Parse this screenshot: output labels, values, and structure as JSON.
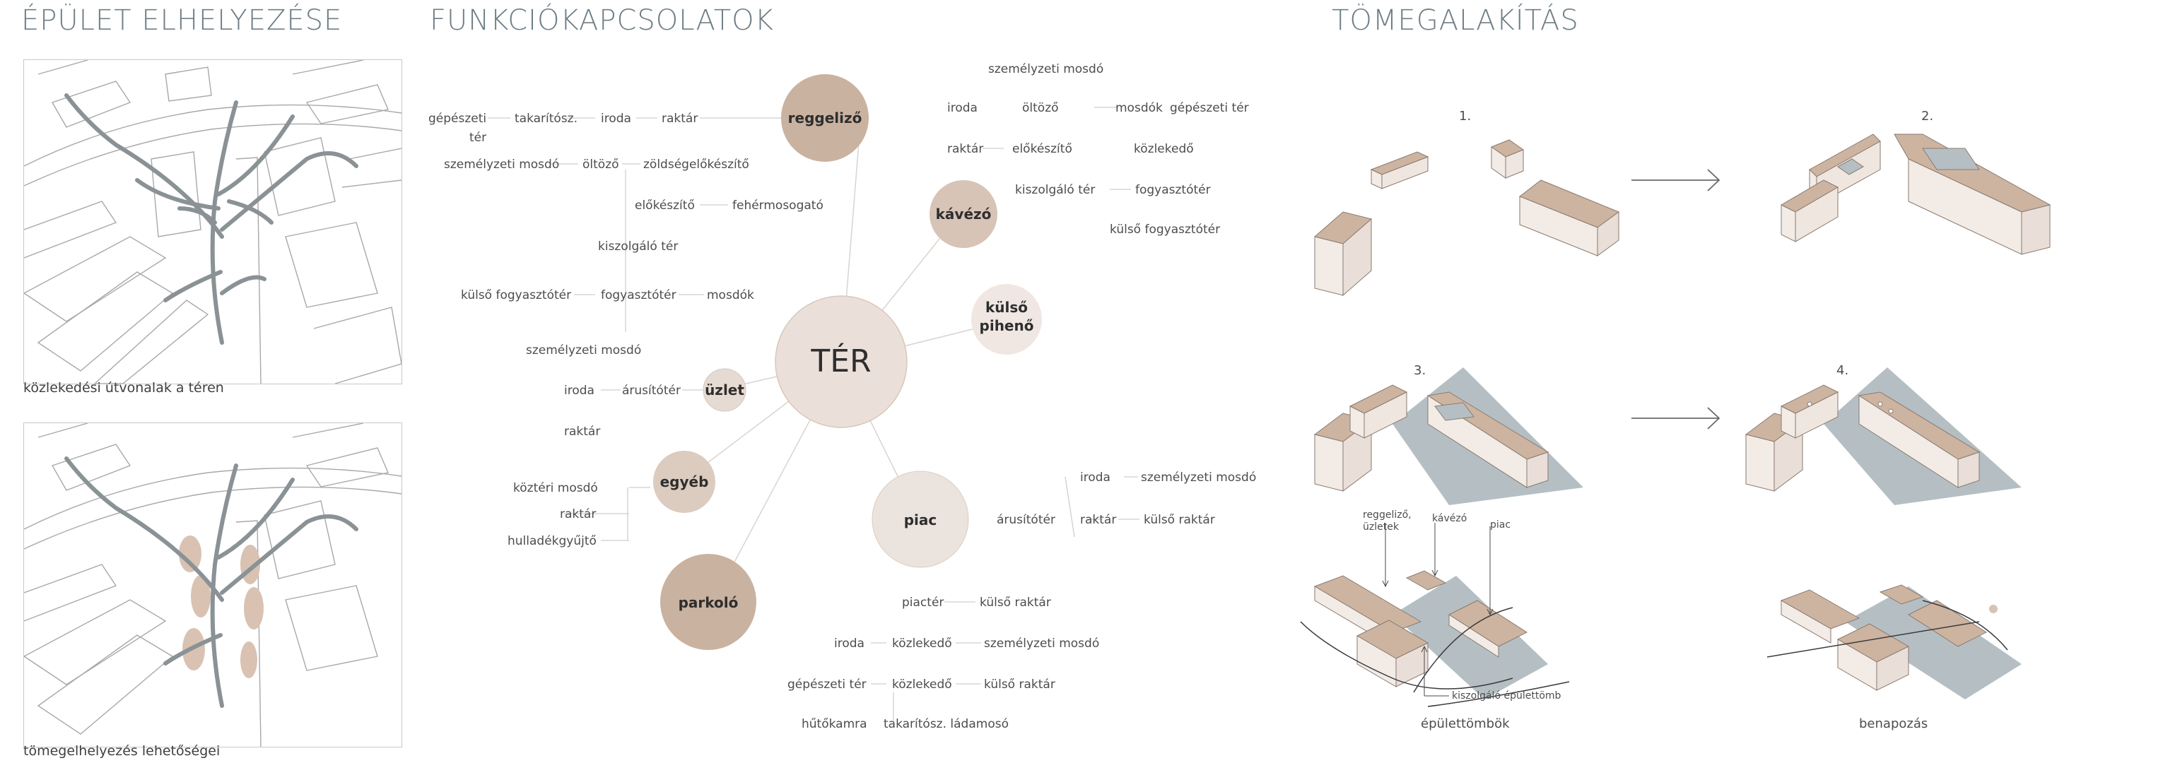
{
  "sections": {
    "placement": "ÉPÜLET ELHELYEZÉSE",
    "functions": "FUNKCIÓKAPCSOLATOK",
    "massing": "TÖMEGALAKÍTÁS"
  },
  "maps": {
    "caption_1": "közlekedési útvonalak a téren",
    "caption_2": "tömegelhelyezés lehetőségei"
  },
  "colors": {
    "dark_node": "#c9b2a0",
    "mid_node": "#ddcdc2",
    "light_node": "#ece2dc",
    "heading": "#6f7e86",
    "mass_top": "#cdb4a0",
    "mass_side": "#f2ebe6",
    "shade": "#b5bfc3",
    "route": "#8a9296"
  },
  "diagram": {
    "center": "TÉR",
    "nodes": {
      "reggelizo": "reggeliző",
      "kavezo": "kávézó",
      "kulso": "külső",
      "pihen": "pihenő",
      "uzlet": "üzlet",
      "egyeb": "egyéb",
      "piac": "piac",
      "parkolo": "parkoló"
    },
    "labels": {
      "gepeszeti": "gépészeti",
      "ter": "tér",
      "takaritosz": "takarítósz.",
      "iroda1": "iroda",
      "raktar1": "raktár",
      "szem_mosdo1": "személyzeti mosdó",
      "oltozo1": "öltöző",
      "zoldseg": "zöldségelőkészítő",
      "elokeszito1": "előkészítő",
      "fehermos": "fehérmosogató",
      "kiszolg1": "kiszolgáló tér",
      "kulso_fogy1": "külső fogyasztótér",
      "fogy1": "fogyasztótér",
      "mosdok1": "mosdók",
      "k_szem_mosdo": "személyzeti mosdó",
      "k_iroda": "iroda",
      "k_oltozo": "öltöző",
      "k_mosdok": "mosdók",
      "k_gep": "gépészeti tér",
      "k_raktar": "raktár",
      "k_elokeszito": "előkészítő",
      "k_kozlekedo": "közlekedő",
      "k_kiszolg": "kiszolgáló tér",
      "k_fogy": "fogyasztótér",
      "k_kulso_fogy": "külső fogyasztótér",
      "u_szem_mosdo": "személyzeti mosdó",
      "u_iroda": "iroda",
      "u_arusito": "árusítótér",
      "u_raktar": "raktár",
      "e_kozteri": "köztéri mosdó",
      "e_raktar": "raktár",
      "e_hullad": "hulladékgyűjtő",
      "p_iroda": "iroda",
      "p_szem_mosdo": "személyzeti mosdó",
      "p_arusito": "árusítótér",
      "p_raktar": "raktár",
      "p_kulso_raktar": "külső raktár",
      "pt_piacter": "piactér",
      "pt_kulso_raktar": "külső raktár",
      "pt_iroda": "iroda",
      "pt_kozlekedo": "közlekedő",
      "pt_szem_mosdo": "személyzeti mosdó",
      "pt_gep": "gépészeti tér",
      "pt_kozlekedo2": "közlekedő",
      "pt_kulso_raktar2": "külső raktár",
      "pt_huto": "hűtőkamra",
      "pt_takarito": "takarítósz. ládamosó"
    }
  },
  "massing": {
    "step1": "1.",
    "step2": "2.",
    "step3": "3.",
    "step4": "4.",
    "label_reggelizo": "reggeliző,",
    "label_uzletek": "üzletek",
    "label_kavezo": "kávézó",
    "label_piac": "piac",
    "label_kiszolgalo": "kiszolgáló épülettömb",
    "caption_blocks": "épülettömbök",
    "caption_sun": "benapozás"
  }
}
